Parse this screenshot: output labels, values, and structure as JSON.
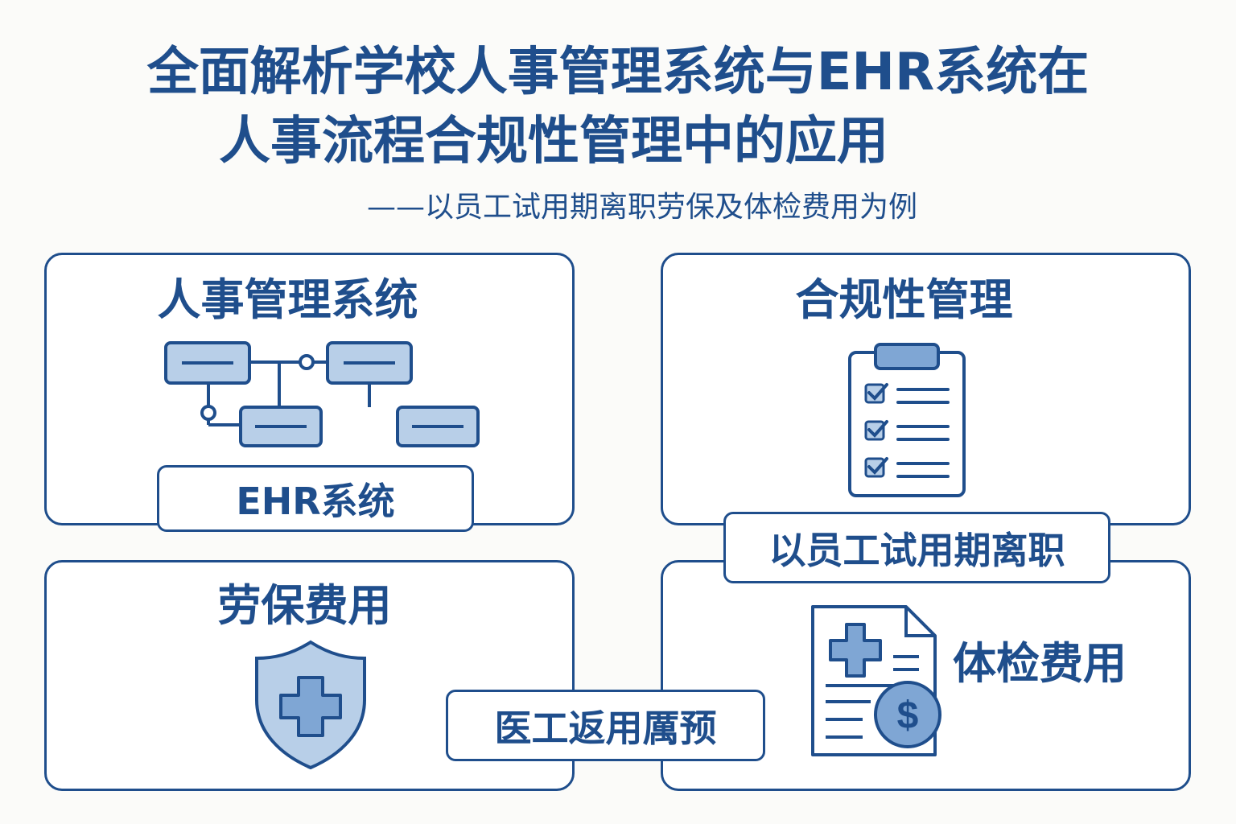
{
  "title": {
    "line1": "全面解析学校人事管理系统与EHR系统在",
    "line2": "人事流程合规性管理中的应用",
    "subtitle": "——以员工试用期离职劳保及体检费用为例"
  },
  "panels": {
    "hr_system": {
      "title": "人事管理系统",
      "tag": "EHR系统"
    },
    "compliance": {
      "title": "合规性管理",
      "tag": "以员工试用期离职"
    },
    "labor_insurance": {
      "title": "劳保费用",
      "tag": "医工返用厲预"
    },
    "medical_exam": {
      "title": "体检费用"
    }
  },
  "icons": [
    "org-chart-icon",
    "clipboard-checklist-icon",
    "shield-cross-icon",
    "medical-document-dollar-icon"
  ],
  "colors": {
    "primary": "#1f4e8c",
    "fill": "#b8cfe8",
    "background": "#fbfbf9"
  }
}
